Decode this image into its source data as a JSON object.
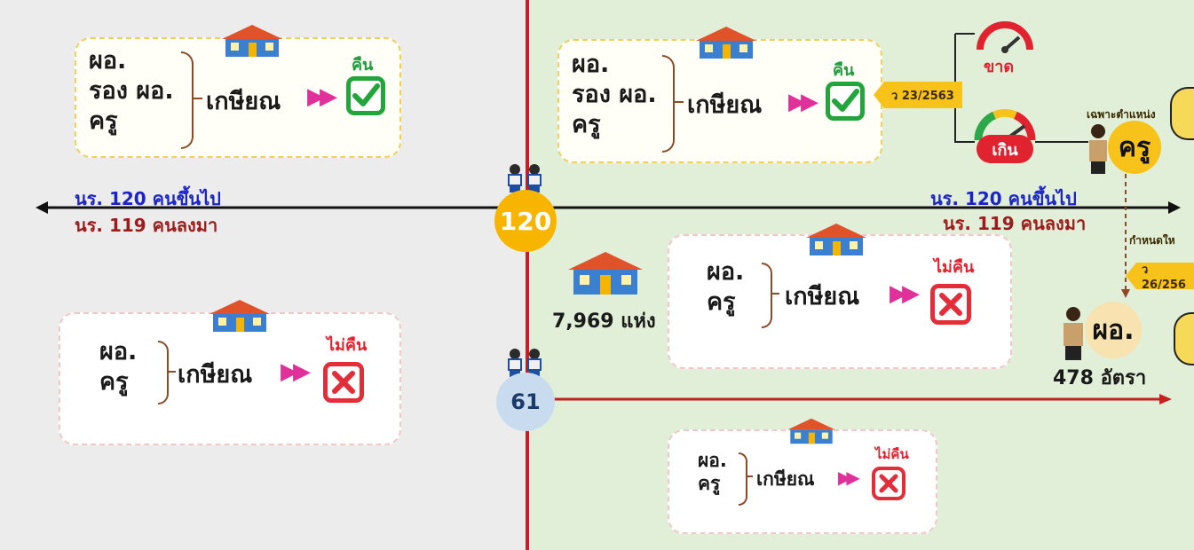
{
  "roles": {
    "director": "ผอ.",
    "deputy": "รอง ผอ.",
    "teacher": "ครู"
  },
  "retire_label": "เกษียณ",
  "status": {
    "return": "คืน",
    "no_return": "ไม่คืน"
  },
  "axis": {
    "above": "นร. 120 คนขึ้นไป",
    "below": "นร. 119 คนลงมา",
    "threshold_main": "120",
    "threshold_lower": "61"
  },
  "tags": {
    "circular_1": "ว 23/2563",
    "circular_2": "ว 26/256"
  },
  "gauges": {
    "lack": "ขาด",
    "excess": "เกิน"
  },
  "right_side": {
    "specific_position": "เฉพาะตำแหน่ง",
    "teacher_badge": "ครู",
    "define_new": "กำหนดให",
    "director_badge": "ผอ.",
    "director_count": "478 อัตรา",
    "school_count": "7,969 แห่ง"
  },
  "colors": {
    "left_bg": "#ececec",
    "right_bg": "#e1efd8",
    "divider": "#c51f1f",
    "accent_yellow": "#f7c21a",
    "check_green": "#22a53a",
    "cross_red": "#e52c39",
    "arrow_pink": "#e0309a",
    "above_blue": "#1a24c8",
    "below_darkred": "#9c1c1c"
  }
}
